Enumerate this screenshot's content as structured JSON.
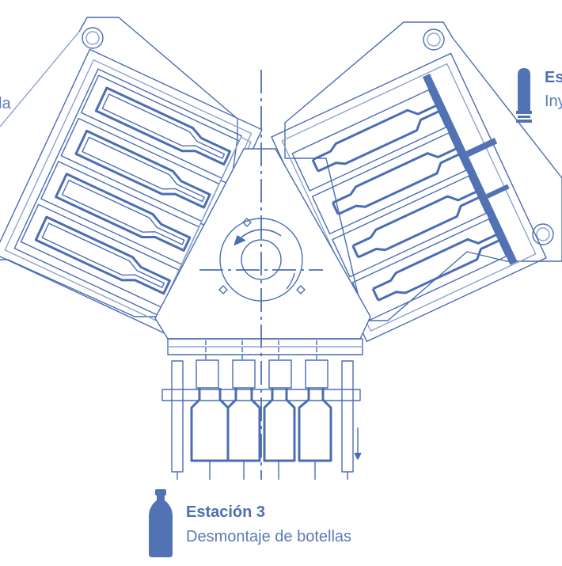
{
  "colors": {
    "line": "#4a6db5",
    "line_light": "#8ea3cf",
    "text": "#4f6fb0",
    "fill": "#5273b3"
  },
  "station_left": {
    "text_fragment": "la"
  },
  "station_2": {
    "title_fragment": "Es",
    "subtitle_fragment": "Iny"
  },
  "station_3": {
    "title": "Estación 3",
    "subtitle": "Desmontaje de botellas"
  },
  "icons": [
    "preform-icon",
    "bottle-icon",
    "rotation-arrow-icon",
    "down-arrow-icon"
  ]
}
